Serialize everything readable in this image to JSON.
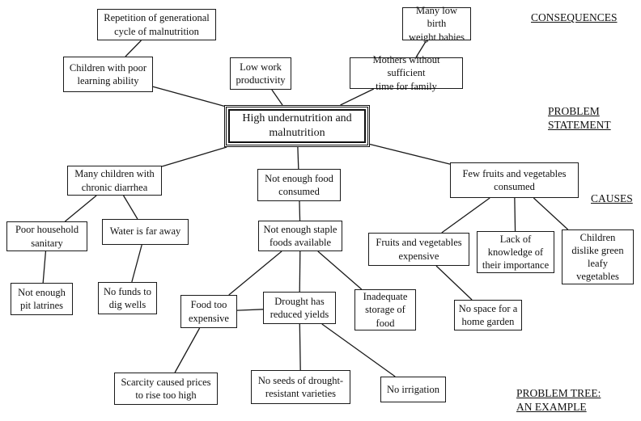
{
  "diagram": {
    "title": "PROBLEM TREE:\nAN EXAMPLE",
    "section_labels": {
      "consequences": "CONSEQUENCES",
      "problem_statement": "PROBLEM\nSTATEMENT",
      "causes": "CAUSES"
    },
    "nodes": [
      {
        "id": "repetition-cycle",
        "level": "consequence",
        "text": "Repetition of generational\ncycle of malnutrition"
      },
      {
        "id": "poor-learning",
        "level": "consequence",
        "text": "Children with poor\nlearning ability"
      },
      {
        "id": "low-productivity",
        "level": "consequence",
        "text": "Low work\nproductivity"
      },
      {
        "id": "low-birth-weight",
        "level": "consequence",
        "text": "Many low birth\nweight babies"
      },
      {
        "id": "mothers-time",
        "level": "consequence",
        "text": "Mothers without sufficient\ntime for family"
      },
      {
        "id": "core-problem",
        "level": "problem",
        "text": "High undernutrition and\nmalnutrition"
      },
      {
        "id": "chronic-diarrhea",
        "level": "cause",
        "text": "Many children with\nchronic diarrhea"
      },
      {
        "id": "not-enough-food",
        "level": "cause",
        "text": "Not enough food\nconsumed"
      },
      {
        "id": "few-fruits-veg",
        "level": "cause",
        "text": "Few fruits and vegetables\nconsumed"
      },
      {
        "id": "poor-sanitary",
        "level": "cause",
        "text": "Poor household\nsanitary"
      },
      {
        "id": "water-far",
        "level": "cause",
        "text": "Water is far away"
      },
      {
        "id": "staple-foods",
        "level": "cause",
        "text": "Not enough staple\nfoods available"
      },
      {
        "id": "fv-expensive",
        "level": "cause",
        "text": "Fruits and vegetables\nexpensive"
      },
      {
        "id": "lack-knowledge",
        "level": "cause",
        "text": "Lack of\nknowledge of\ntheir importance"
      },
      {
        "id": "dislike-greens",
        "level": "cause",
        "text": "Children\ndislike green\nleafy\nvegetables"
      },
      {
        "id": "pit-latrines",
        "level": "cause",
        "text": "Not enough\npit latrines"
      },
      {
        "id": "no-funds-wells",
        "level": "cause",
        "text": "No funds to\ndig wells"
      },
      {
        "id": "food-expensive",
        "level": "cause",
        "text": "Food too\nexpensive"
      },
      {
        "id": "drought",
        "level": "cause",
        "text": "Drought has\nreduced yields"
      },
      {
        "id": "storage",
        "level": "cause",
        "text": "Inadequate\nstorage of\nfood"
      },
      {
        "id": "no-garden-space",
        "level": "cause",
        "text": "No space for a\nhome garden"
      },
      {
        "id": "scarcity-prices",
        "level": "cause",
        "text": "Scarcity caused prices\nto rise too high"
      },
      {
        "id": "no-seeds",
        "level": "cause",
        "text": "No seeds of drought-\nresistant varieties"
      },
      {
        "id": "no-irrigation",
        "level": "cause",
        "text": "No irrigation"
      }
    ],
    "edges": [
      [
        "repetition-cycle",
        "poor-learning"
      ],
      [
        "poor-learning",
        "core-problem"
      ],
      [
        "low-productivity",
        "core-problem"
      ],
      [
        "low-birth-weight",
        "mothers-time"
      ],
      [
        "mothers-time",
        "core-problem"
      ],
      [
        "core-problem",
        "chronic-diarrhea"
      ],
      [
        "core-problem",
        "not-enough-food"
      ],
      [
        "core-problem",
        "few-fruits-veg"
      ],
      [
        "chronic-diarrhea",
        "poor-sanitary"
      ],
      [
        "chronic-diarrhea",
        "water-far"
      ],
      [
        "poor-sanitary",
        "pit-latrines"
      ],
      [
        "water-far",
        "no-funds-wells"
      ],
      [
        "not-enough-food",
        "staple-foods"
      ],
      [
        "staple-foods",
        "food-expensive"
      ],
      [
        "staple-foods",
        "drought"
      ],
      [
        "staple-foods",
        "storage"
      ],
      [
        "food-expensive",
        "drought"
      ],
      [
        "food-expensive",
        "scarcity-prices"
      ],
      [
        "drought",
        "no-seeds"
      ],
      [
        "drought",
        "no-irrigation"
      ],
      [
        "few-fruits-veg",
        "fv-expensive"
      ],
      [
        "few-fruits-veg",
        "lack-knowledge"
      ],
      [
        "few-fruits-veg",
        "dislike-greens"
      ],
      [
        "fv-expensive",
        "no-garden-space"
      ]
    ]
  }
}
